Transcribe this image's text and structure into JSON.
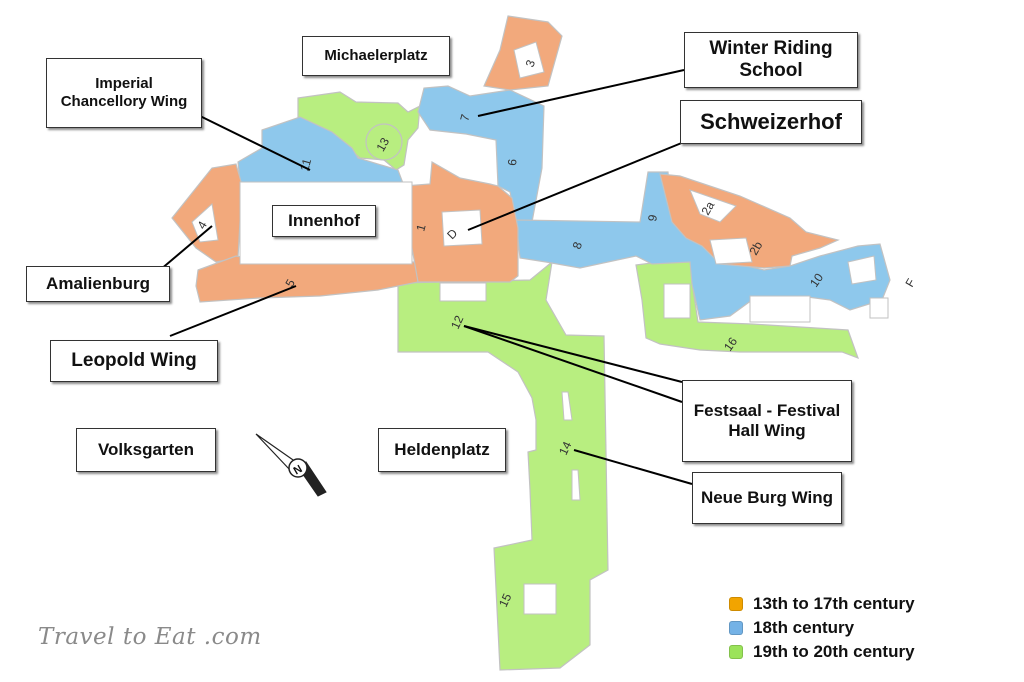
{
  "colors": {
    "c13_17": "#f2a97c",
    "c18": "#8ec8ec",
    "c19_20": "#b8ee80",
    "legend_c13_17": "#f2a400",
    "legend_c18": "#74b2e6",
    "legend_c19_20": "#9be35a"
  },
  "labels": {
    "michaelerplatz": "Michaelerplatz",
    "winter_riding_school": "Winter Riding School",
    "imperial_chancellory": "Imperial Chancellory Wing",
    "schweizerhof": "Schweizerhof",
    "innenhof": "Innenhof",
    "amalienburg": "Amalienburg",
    "leopold_wing": "Leopold Wing",
    "festsaal": "Festsaal - Festival Hall Wing",
    "volksgarten": "Volksgarten",
    "heldenplatz": "Heldenplatz",
    "neue_burg": "Neue Burg Wing"
  },
  "numbers": {
    "n1": "1",
    "n2a": "2a",
    "n2b": "2b",
    "n3": "3",
    "n4": "4",
    "n5": "5",
    "n6": "6",
    "n7": "7",
    "n8": "8",
    "n9": "9",
    "n10": "10",
    "n11": "11",
    "n12": "12",
    "n13": "13",
    "n14": "14",
    "n15": "15",
    "n16": "16",
    "d": "D",
    "f": "F"
  },
  "compass": {
    "letter": "N",
    "icon": "compass-needle-icon"
  },
  "legend": [
    {
      "text": "13th to 17th century",
      "color_key": "legend_c13_17"
    },
    {
      "text": "18th century",
      "color_key": "legend_c18"
    },
    {
      "text": "19th to 20th century",
      "color_key": "legend_c19_20"
    }
  ],
  "watermark": "Travel to Eat .com"
}
